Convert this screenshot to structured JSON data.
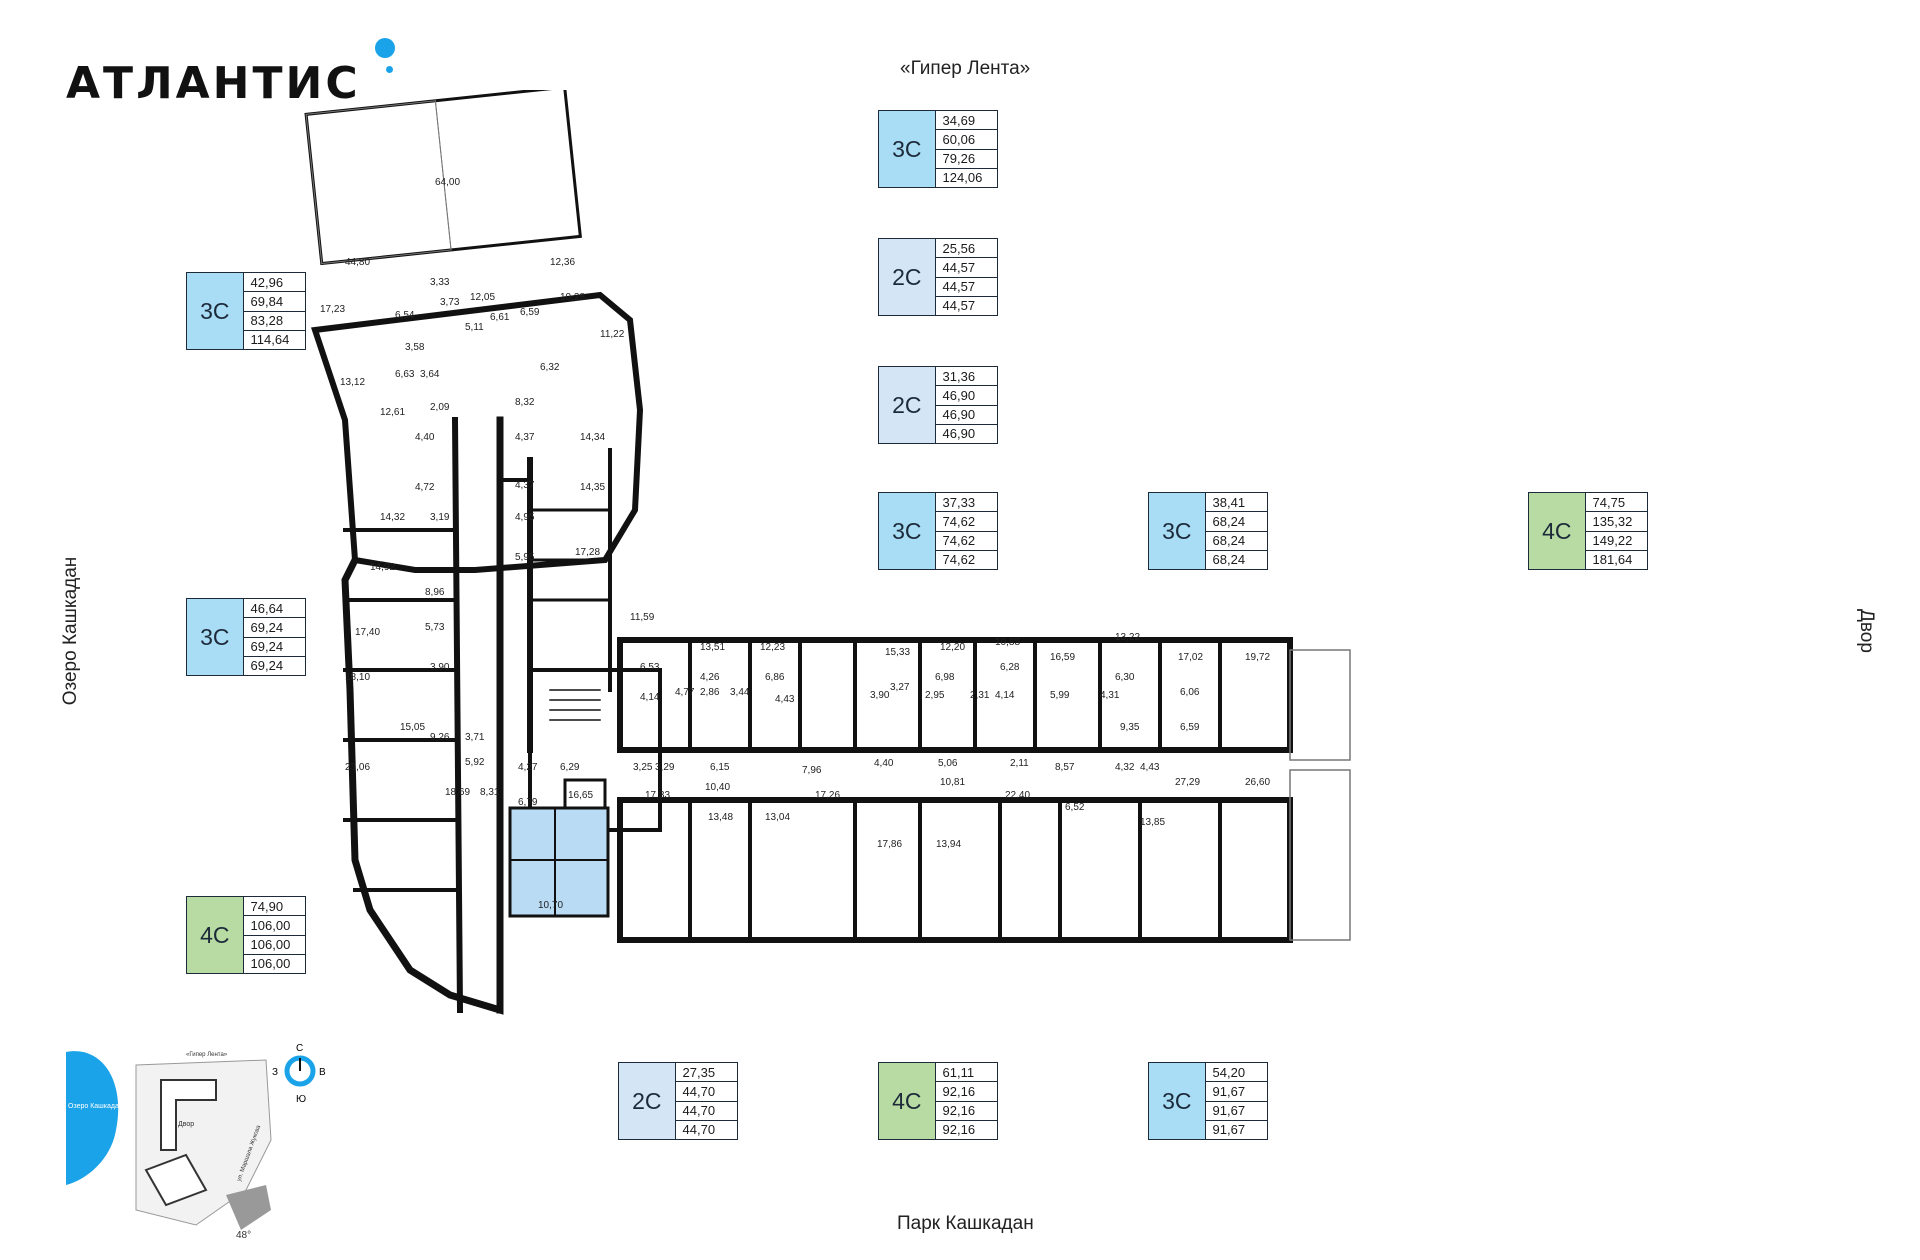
{
  "brand": {
    "name": "АТЛАНТИС"
  },
  "streets": {
    "top": "«Гипер Лента»",
    "bottom": "Парк Кашкадан",
    "left": "Озеро Кашкадан",
    "right": "Двор"
  },
  "colors": {
    "c3": "#a9dcf5",
    "c2": "#d4e6f6",
    "c4": "#b7dba2",
    "highlight": "#b9dbf3",
    "accent": "#1aa3e8"
  },
  "cards": [
    {
      "type": "3С",
      "color": "c3",
      "areas": [
        "34,69",
        "60,06",
        "79,26",
        "124,06"
      ]
    },
    {
      "type": "2С",
      "color": "c2",
      "areas": [
        "25,56",
        "44,57",
        "44,57",
        "44,57"
      ]
    },
    {
      "type": "2С",
      "color": "c2",
      "areas": [
        "31,36",
        "46,90",
        "46,90",
        "46,90"
      ]
    },
    {
      "type": "3С",
      "color": "c3",
      "areas": [
        "37,33",
        "74,62",
        "74,62",
        "74,62"
      ]
    },
    {
      "type": "3С",
      "color": "c3",
      "areas": [
        "38,41",
        "68,24",
        "68,24",
        "68,24"
      ]
    },
    {
      "type": "4С",
      "color": "c4",
      "areas": [
        "74,75",
        "135,32",
        "149,22",
        "181,64"
      ]
    },
    {
      "type": "3С",
      "color": "c3",
      "areas": [
        "42,96",
        "69,84",
        "83,28",
        "114,64"
      ]
    },
    {
      "type": "3С",
      "color": "c3",
      "areas": [
        "46,64",
        "69,24",
        "69,24",
        "69,24"
      ]
    },
    {
      "type": "4С",
      "color": "c4",
      "areas": [
        "74,90",
        "106,00",
        "106,00",
        "106,00"
      ]
    },
    {
      "type": "2С",
      "color": "c2",
      "areas": [
        "27,35",
        "44,70",
        "44,70",
        "44,70"
      ]
    },
    {
      "type": "4С",
      "color": "c4",
      "areas": [
        "61,11",
        "92,16",
        "92,16",
        "92,16"
      ]
    },
    {
      "type": "3С",
      "color": "c3",
      "areas": [
        "54,20",
        "91,67",
        "91,67",
        "91,67"
      ]
    }
  ],
  "rooms": [
    "64,00",
    "44,80",
    "12,36",
    "3,33",
    "12,05",
    "10,28",
    "3,73",
    "17,23",
    "6,54",
    "6,61",
    "6,59",
    "5,11",
    "3,58",
    "11,22",
    "6,63",
    "3,64",
    "13,12",
    "6,32",
    "12,61",
    "2,09",
    "8,32",
    "4,40",
    "4,37",
    "14,34",
    "4,72",
    "4,37",
    "14,35",
    "14,32",
    "3,19",
    "4,95",
    "14,92",
    "5,95",
    "17,28",
    "8,96",
    "17,40",
    "5,73",
    "11,59",
    "13,51",
    "12,23",
    "15,33",
    "12,20",
    "10,88",
    "16,59",
    "13,22",
    "17,02",
    "18,10",
    "3,90",
    "6,53",
    "4,26",
    "6,86",
    "6,98",
    "6,28",
    "6,30",
    "19,72",
    "4,14",
    "4,77",
    "2,86",
    "3,44",
    "4,43",
    "3,90",
    "3,27",
    "2,95",
    "2,31",
    "4,14",
    "5,99",
    "4,31",
    "6,06",
    "15,05",
    "9,26",
    "3,71",
    "9,35",
    "6,59",
    "23,06",
    "5,92",
    "4,27",
    "6,29",
    "3,25",
    "3,29",
    "6,15",
    "7,96",
    "4,40",
    "5,06",
    "2,11",
    "8,57",
    "4,32",
    "4,43",
    "27,29",
    "26,60",
    "6,79",
    "16,65",
    "10,40",
    "10,81",
    "17,33",
    "17,26",
    "22,40",
    "18,69",
    "8,31",
    "13,48",
    "13,04",
    "6,52",
    "13,85",
    "17,86",
    "13,94",
    "10,70"
  ],
  "compass": {
    "n": "С",
    "s": "Ю",
    "w": "З",
    "e": "В"
  },
  "minimap": {
    "lake": "Озеро Кашкадан",
    "road": "«Гипер Лента»",
    "yard": "Двор",
    "street": "ул. Маршала Жукова",
    "angle": "48°"
  }
}
